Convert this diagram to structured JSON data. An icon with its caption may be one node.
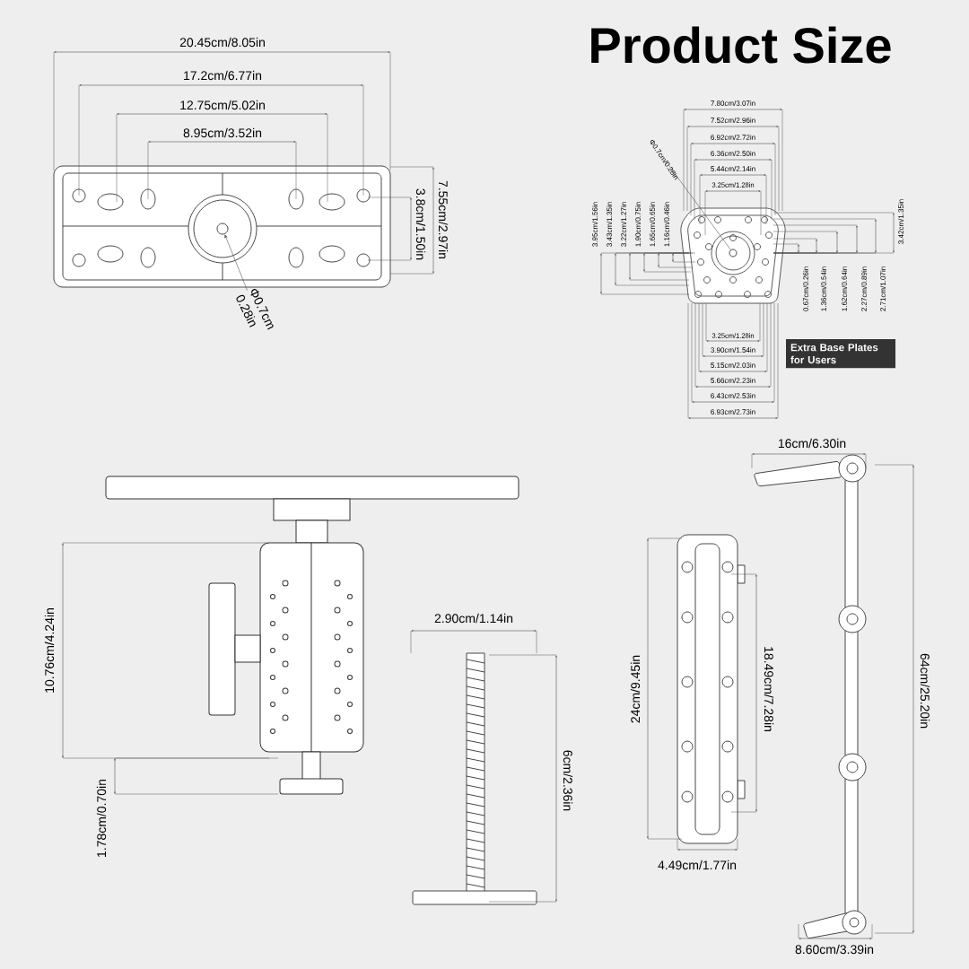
{
  "diagram": {
    "title": "Product Size",
    "nodes": [
      {
        "text": [
          "Extra Base Plates for Users"
        ]
      },
      {
        "text": [
          "Φ0.7cm 0.28in"
        ]
      },
      {
        "text": [],
        "shape": "circle"
      },
      {
        "text": [
          "Φ0.7cm/0.28in"
        ]
      },
      {
        "text": [],
        "shape": "circle"
      }
    ],
    "edges": [
      {
        "from": 1,
        "to": 2,
        "arrow": "to"
      },
      {
        "from": 3,
        "to": 4,
        "arrow": "none"
      }
    ],
    "labels": [
      "20.45cm/8.05in",
      "17.2cm/6.77in",
      "12.75cm/5.02in",
      "8.95cm/3.52in",
      "3.8cm/1.50in",
      "7.55cm/2.97in",
      "7.80cm/3.07in",
      "7.52cm/2.96in",
      "6.92cm/2.72in",
      "6.36cm/2.50in",
      "5.44cm/2.14in",
      "3.25cm/1.28in",
      "3.95cm/1.56in",
      "3.43cm/1.35in",
      "3.22cm/1.27in",
      "1.90cm/0.75in",
      "1.65cm/0.65in",
      "1.16cm/0.46in",
      "3.42cm/1.35in",
      "0.67cm/0.26in",
      "1.36cm/0.54in",
      "1.62cm/0.64in",
      "2.27cm/0.89in",
      "2.71cm/1.07in",
      "3.25cm/1.28in",
      "3.90cm/1.54in",
      "5.15cm/2.03in",
      "5.66cm/2.23in",
      "6.43cm/2.53in",
      "6.93cm/2.73in",
      "16cm/6.30in",
      "10.76cm/4.24in",
      "2.90cm/1.14in",
      "24cm/9.45in",
      "18.49cm/7.28in",
      "1.78cm/0.70in",
      "6cm/2.36in",
      "4.49cm/1.77in",
      "64cm/25.20in",
      "8.60cm/3.39in"
    ]
  }
}
